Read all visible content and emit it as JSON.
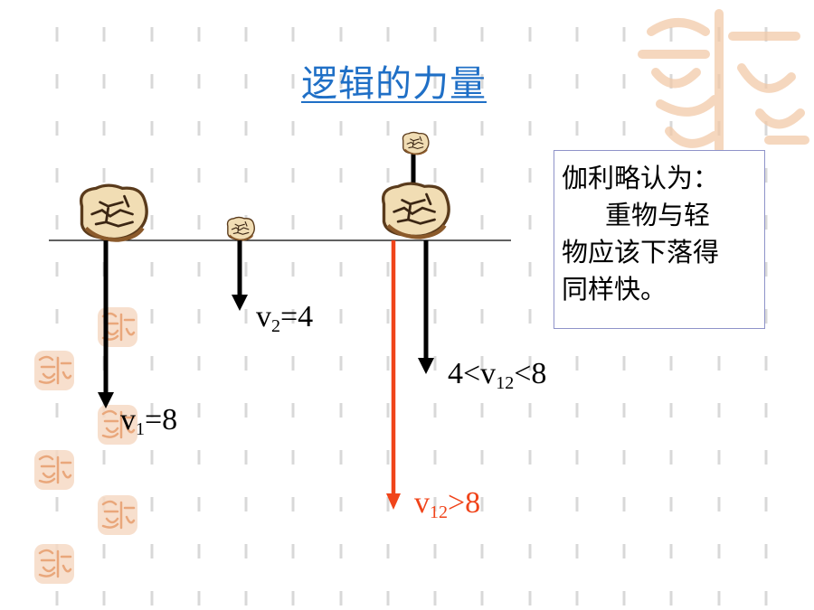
{
  "title": "逻辑的力量",
  "textbox": {
    "line1": "伽利略认为：",
    "line2": "重物与轻",
    "line3": "物应该下落得",
    "line4": "同样快。"
  },
  "labels": {
    "v1": {
      "prefix": "v",
      "sub": "1",
      "suffix": "=8"
    },
    "v2": {
      "prefix": "v",
      "sub": "2",
      "suffix": "=4"
    },
    "v12_range": {
      "prefix": "4<v",
      "sub": "12",
      "suffix": "<8"
    },
    "v12_greater": {
      "prefix": "v",
      "sub": "12",
      "suffix": ">8"
    }
  },
  "colors": {
    "title": "#1f6fc6",
    "arrow_black": "#000000",
    "arrow_red": "#f0441a",
    "textbox_border": "#8f93c9",
    "stamp": "#f2c7a6"
  },
  "icons": [
    "rock-icon",
    "seal-stamp-icon"
  ]
}
